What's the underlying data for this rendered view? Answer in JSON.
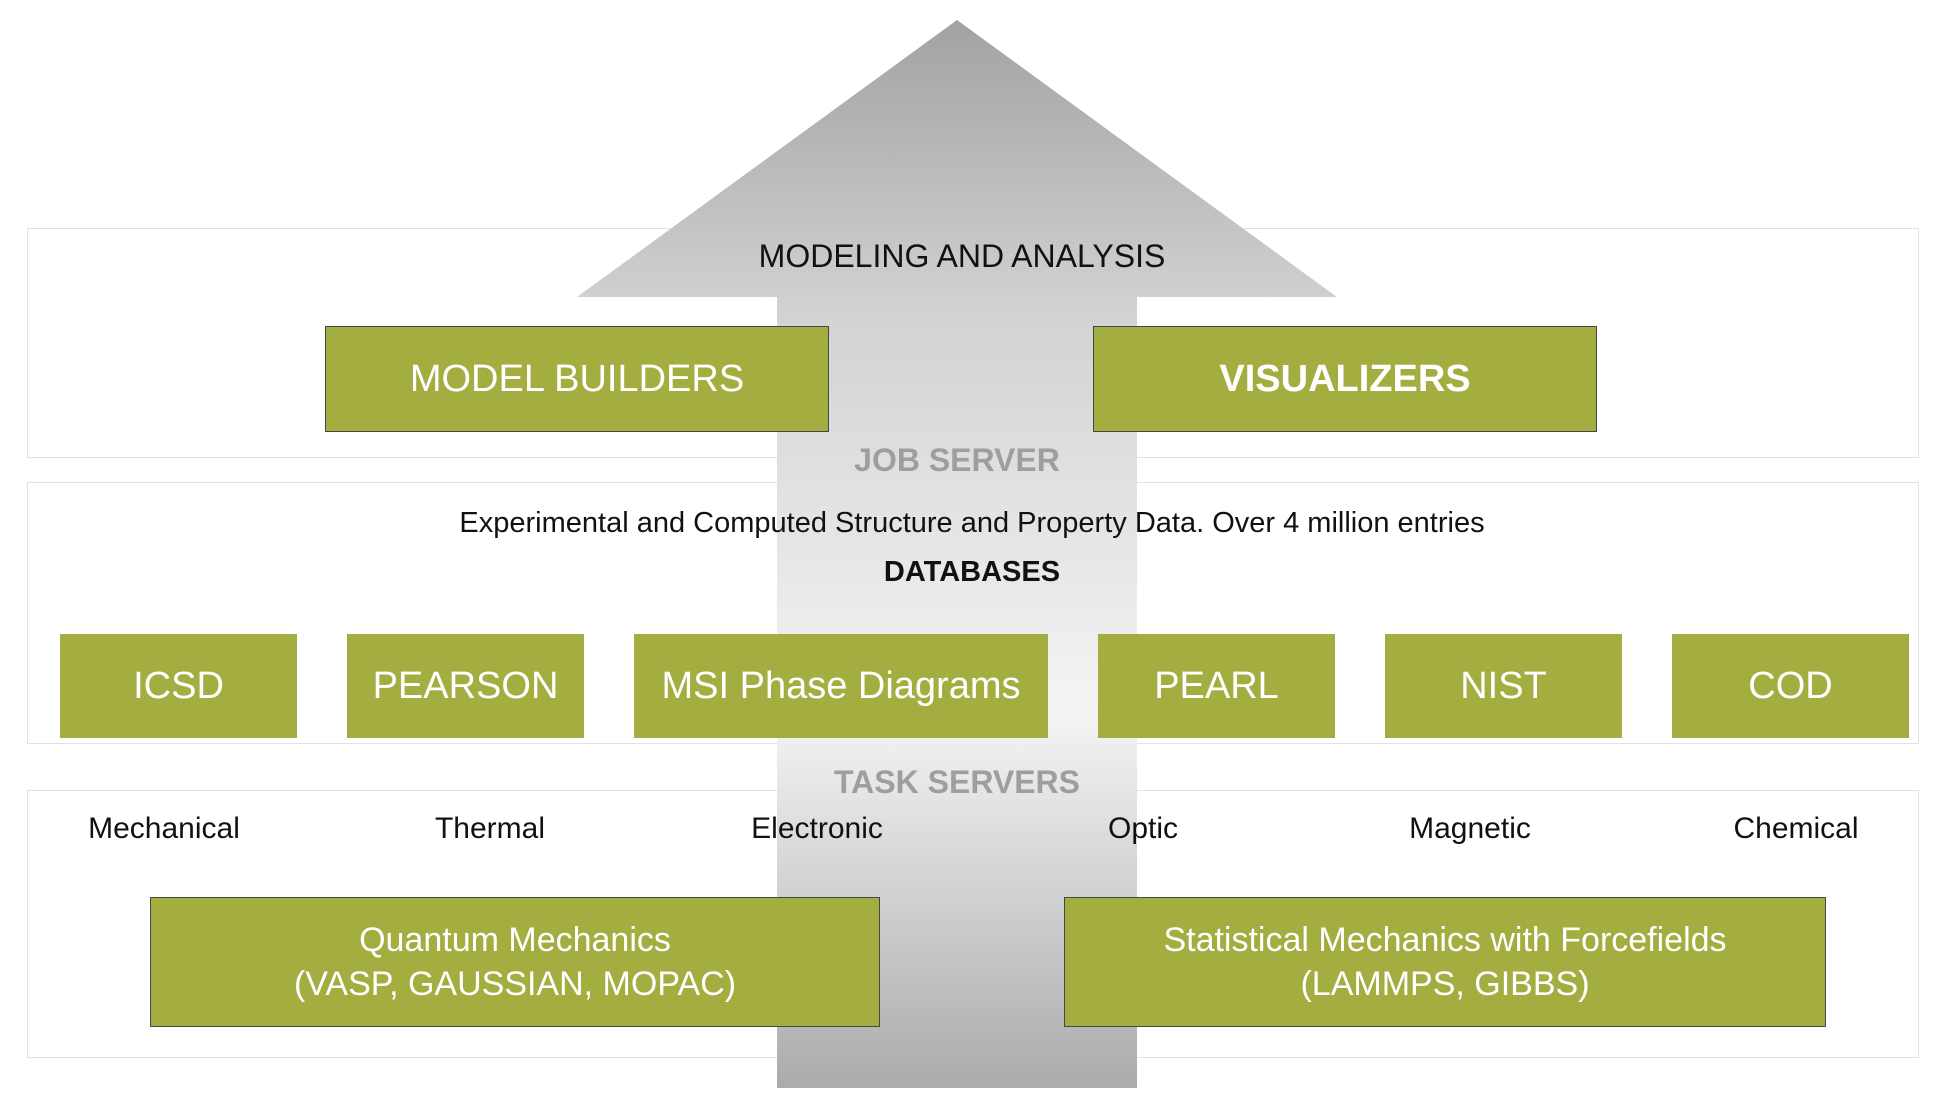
{
  "top_section": {
    "title": "MODELING AND ANALYSIS",
    "left_box": "MODEL BUILDERS",
    "right_box": "VISUALIZERS"
  },
  "job_server": "JOB SERVER",
  "database_section": {
    "description": "Experimental and Computed Structure and Property Data. Over 4 million entries",
    "title": "DATABASES",
    "items": [
      "ICSD",
      "PEARSON",
      "MSI Phase Diagrams",
      "PEARL",
      "NIST",
      "COD"
    ]
  },
  "task_servers": "TASK SERVERS",
  "task_section": {
    "properties": [
      "Mechanical",
      "Thermal",
      "Electronic",
      "Optic",
      "Magnetic",
      "Chemical"
    ],
    "left_box": {
      "line1": "Quantum Mechanics",
      "line2": "(VASP, GAUSSIAN, MOPAC)"
    },
    "right_box": {
      "line1": "Statistical Mechanics with Forcefields",
      "line2": "(LAMMPS, GIBBS)"
    }
  },
  "colors": {
    "box_fill": "#a4ad40",
    "arrow_light": "#f2f2f2",
    "arrow_dark": "#ababab",
    "label_grey": "#9e9e9e"
  }
}
